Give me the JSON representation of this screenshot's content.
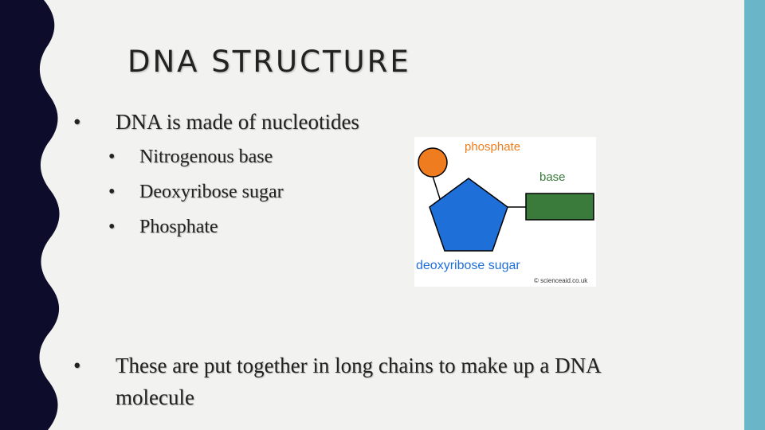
{
  "slide": {
    "title": "DNA STRUCTURE",
    "bullet_char": "•",
    "bullets": [
      {
        "text": "DNA is made of nucleotides",
        "sub": [
          "Nitrogenous base",
          "Deoxyribose sugar",
          "Phosphate"
        ]
      },
      {
        "text": "These are put together in long chains to make up a DNA molecule",
        "lines": [
          "These are put together in long chains to make up a DNA",
          "molecule"
        ]
      }
    ]
  },
  "diagram": {
    "phosphate_label": "phosphate",
    "base_label": "base",
    "sugar_label": "deoxyribose sugar",
    "credit": "© scienceaid.co.uk",
    "colors": {
      "phosphate": "#ef7d1f",
      "sugar": "#1f6fd9",
      "base": "#3a7a3a",
      "phosphate_label": "#ef7d1f",
      "base_label": "#3a7a3a",
      "sugar_label": "#1f6fd9"
    }
  },
  "theme": {
    "left_band": "#0d0d2b",
    "right_band": "#6ab5c8",
    "background": "#f2f2f0"
  }
}
